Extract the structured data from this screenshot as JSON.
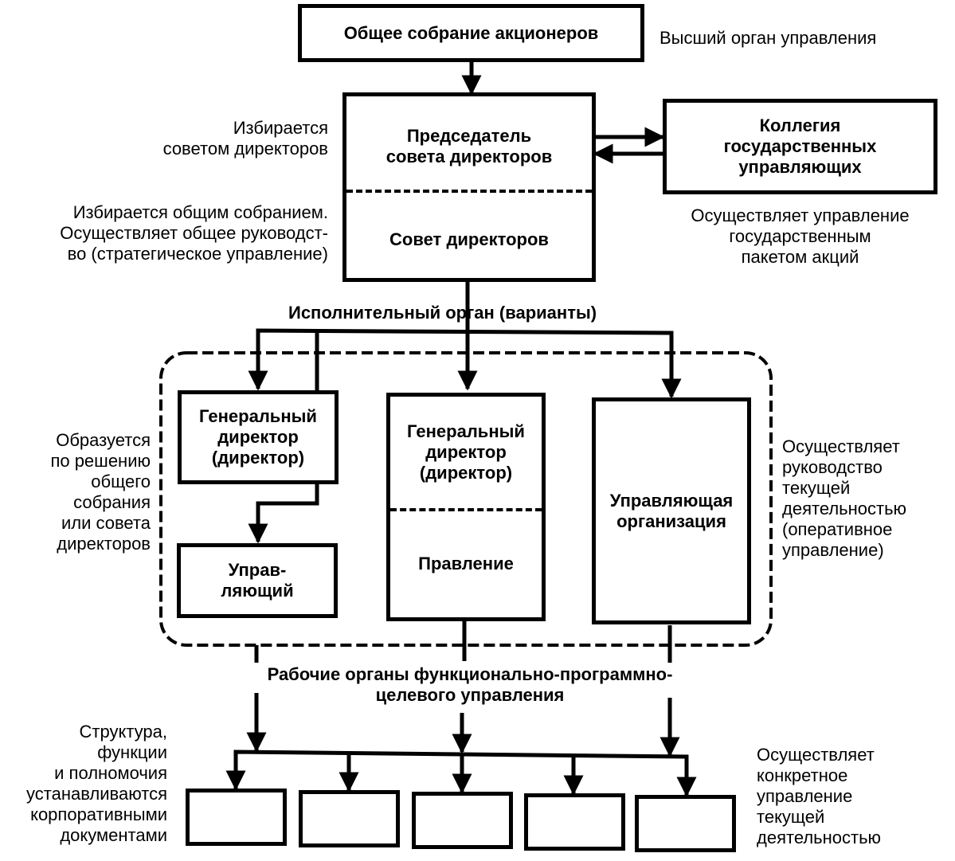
{
  "boxes": {
    "shareholders": "Общее собрание акционеров",
    "chairman": "Председатель\nсовета директоров",
    "board": "Совет директоров",
    "collegium": "Коллегия\nгосударственных\nуправляющих",
    "gen_director_1": "Генеральный\nдиректор\n(директор)",
    "manager": "Управ-\nляющий",
    "gen_director_2": "Генеральный\nдиректор\n(директор)",
    "executive_board": "Правление",
    "management_org": "Управляющая\nорганизация",
    "working_bodies": [
      "",
      "",
      "",
      "",
      ""
    ]
  },
  "labels": {
    "supreme_body": "Высший орган управления",
    "elected_by_board": "Избирается\nсоветом директоров",
    "elected_by_meeting": "Избирается общим собранием.\nОсуществляет общее руководст-\nво (стратегическое управление)",
    "state_package": "Осуществляет управление\nгосударственным\nпакетом акций",
    "executive_variants": "Исполнительный орган (варианты)",
    "formed_by_decision": "Образуется\nпо решению\nобщего\nсобрания\nили совета\nдиректоров",
    "current_activity": "Осуществляет\nруководство\nтекущей\nдеятельностью\n(оперативное\nуправление)",
    "working_bodies_title": "Рабочие органы функционально-программно-\nцелевого управления",
    "corporate_docs": "Структура,\nфункции\nи полномочия\nустанавливаются\nкорпоративными\nдокументами",
    "concrete_management": "Осуществляет\nконкретное\nуправление\nтекущей\nдеятельностью"
  }
}
